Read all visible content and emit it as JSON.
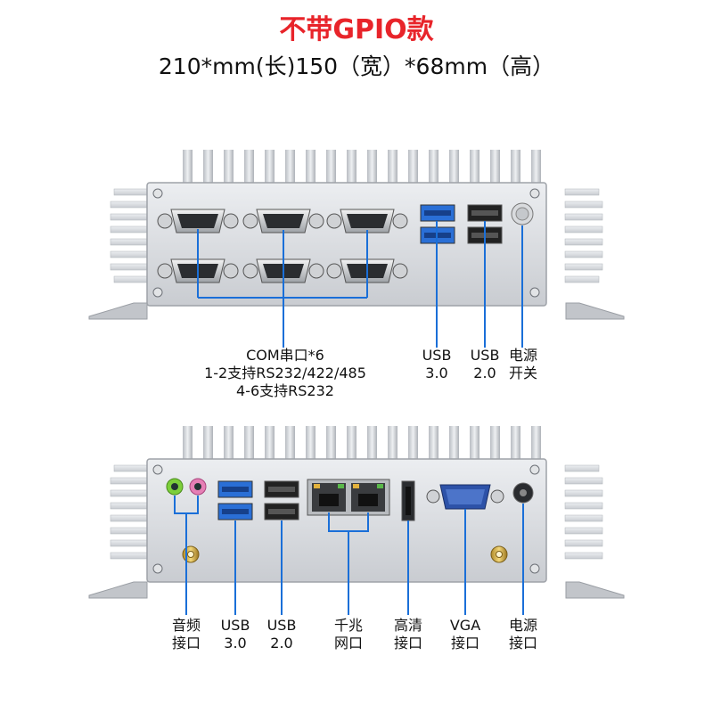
{
  "header": {
    "title": "不带GPIO款",
    "dimensions": "210*mm(长)150（宽）*68mm（高）"
  },
  "colors": {
    "title_red": "#e8242a",
    "callout_blue": "#1a6fd8",
    "chassis": "#d6d8dc",
    "usb3_blue": "#2a6fd6"
  },
  "top_panel": {
    "labels": {
      "com_line1": "COM串口*6",
      "com_line2": "1-2支持RS232/422/485",
      "com_line3": "4-6支持RS232",
      "usb3_line1": "USB",
      "usb3_line2": "3.0",
      "usb2_line1": "USB",
      "usb2_line2": "2.0",
      "power_line1": "电源",
      "power_line2": "开关"
    }
  },
  "bottom_panel": {
    "labels": {
      "audio_line1": "音频",
      "audio_line2": "接口",
      "usb3_line1": "USB",
      "usb3_line2": "3.0",
      "usb2_line1": "USB",
      "usb2_line2": "2.0",
      "lan_line1": "千兆",
      "lan_line2": "网口",
      "hdmi_line1": "高清",
      "hdmi_line2": "接口",
      "vga_line1": "VGA",
      "vga_line2": "接口",
      "power_line1": "电源",
      "power_line2": "接口"
    }
  }
}
